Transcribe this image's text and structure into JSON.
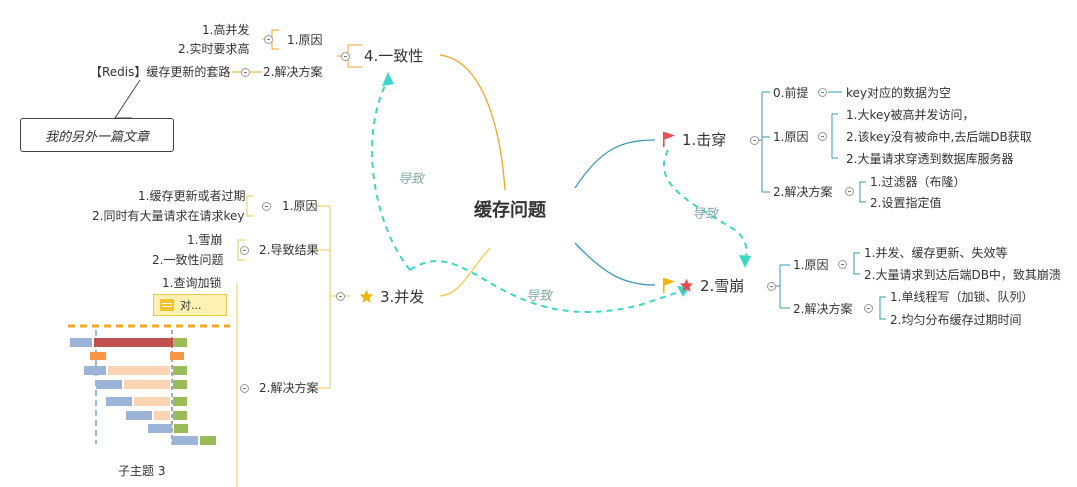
{
  "central": "缓存问题",
  "branches": {
    "consistency": {
      "label": "4.一致性",
      "reason_label": "1.原因",
      "reasons": [
        "1.高并发",
        "2.实时要求高"
      ],
      "solution_label": "2.解决方案",
      "solution": "【Redis】缓存更新的套路",
      "callout": "我的另外一篇文章"
    },
    "concurrency": {
      "label": "3.并发",
      "reason_label": "1.原因",
      "reasons": [
        "1.缓存更新或者过期",
        "2.同时有大量请求在请求key"
      ],
      "result_label": "2.导致结果",
      "results": [
        "1.雪崩",
        "2.一致性问题"
      ],
      "solution_label": "2.解决方案",
      "solution_item": "1.查询加锁",
      "note": "对...",
      "subtopic": "子主题 3"
    },
    "penetration": {
      "label": "1.击穿",
      "premise_label": "0.前提",
      "premise": "key对应的数据为空",
      "reason_label": "1.原因",
      "reasons": [
        "1.大key被高并发访问，",
        "2.该key没有被命中,去后端DB获取",
        "2.大量请求穿透到数据库服务器"
      ],
      "solution_label": "2.解决方案",
      "solutions": [
        "1.过滤器（布隆）",
        "2.设置指定值"
      ]
    },
    "avalanche": {
      "label": "2.雪崩",
      "reason_label": "1.原因",
      "reasons": [
        "1.并发、缓存更新、失效等",
        "2.大量请求到达后端DB中，致其崩溃"
      ],
      "solution_label": "2.解决方案",
      "solutions": [
        "1.单线程写（加锁、队列）",
        "2.均匀分布缓存过期时间"
      ]
    }
  },
  "relations": [
    "导致",
    "导致",
    "导致"
  ],
  "colors": {
    "consistency": "#f5a623",
    "concurrency": "#f2c94c",
    "penetration": "#3a9ab5",
    "avalanche": "#3a9ab5",
    "relation": "#3dd6c8",
    "flag_red": "#e84c4c",
    "flag_yellow": "#f5b400",
    "star_red": "#e84c4c",
    "star_yellow": "#f5b400"
  }
}
